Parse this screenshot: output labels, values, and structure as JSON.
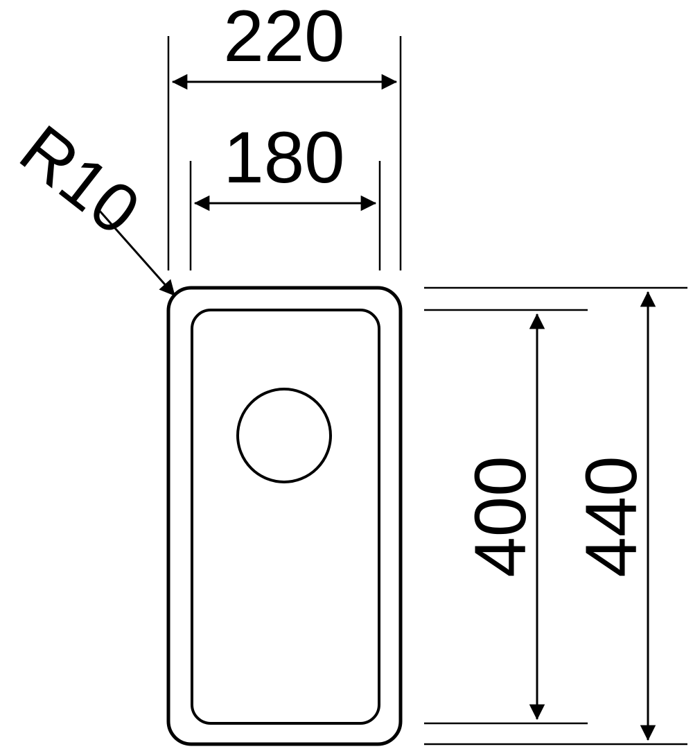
{
  "diagram": {
    "labels": {
      "outer_width": "220",
      "inner_width": "180",
      "inner_height": "400",
      "outer_height": "440",
      "corner_radius": "R10"
    },
    "colors": {
      "line": "#000000",
      "background": "#ffffff"
    }
  }
}
